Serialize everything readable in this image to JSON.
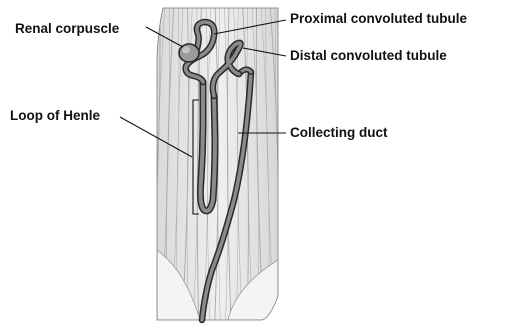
{
  "diagram": {
    "labels": {
      "renal_corpuscle": "Renal corpuscle",
      "proximal_convoluted_tubule": "Proximal convoluted tubule",
      "distal_convoluted_tubule": "Distal convoluted tubule",
      "loop_of_henle": "Loop of Henle",
      "collecting_duct": "Collecting duct"
    },
    "colors": {
      "tubule_fill": "#8a8a8a",
      "tubule_outline": "#2a2a2a",
      "tissue_background": "#e6e6e6",
      "tissue_streaks": "#a9a9a9",
      "text": "#111111"
    }
  }
}
